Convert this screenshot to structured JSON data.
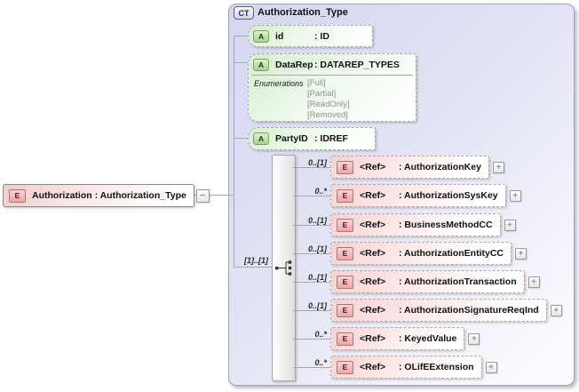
{
  "colors": {
    "container_fill": "#d6d7f0",
    "attribute_fill": "#d5edcd",
    "attribute_border": "#76a265",
    "element_fill": "#f6d2d2",
    "element_border": "#b87272",
    "connector_line": "#a8a8a8"
  },
  "root_element": {
    "badge": "E",
    "label": "Authorization : Authorization_Type",
    "collapse_glyph": "−"
  },
  "complex_type": {
    "badge": "CT",
    "title": "Authorization_Type",
    "attributes": [
      {
        "badge": "A",
        "name": "id",
        "type": ": ID"
      },
      {
        "badge": "A",
        "name": "DataRep",
        "type": ": DATAREP_TYPES",
        "enumerations_label": "Enumerations",
        "enumerations": [
          "[Full]",
          "[Partial]",
          "[ReadOnly]",
          "[Removed]"
        ]
      },
      {
        "badge": "A",
        "name": "PartyID",
        "type": ": IDREF"
      }
    ],
    "sequence_multiplicity": "[1]..[1]",
    "expand_glyph": "+",
    "elements": [
      {
        "badge": "E",
        "ref": "<Ref>",
        "type": ": AuthorizationKey",
        "multiplicity": "0..[1]"
      },
      {
        "badge": "E",
        "ref": "<Ref>",
        "type": ": AuthorizationSysKey",
        "multiplicity": "0..*"
      },
      {
        "badge": "E",
        "ref": "<Ref>",
        "type": ": BusinessMethodCC",
        "multiplicity": "0..[1]"
      },
      {
        "badge": "E",
        "ref": "<Ref>",
        "type": ": AuthorizationEntityCC",
        "multiplicity": "0..[1]"
      },
      {
        "badge": "E",
        "ref": "<Ref>",
        "type": ": AuthorizationTransaction",
        "multiplicity": "0..[1]"
      },
      {
        "badge": "E",
        "ref": "<Ref>",
        "type": ": AuthorizationSignatureReqInd",
        "multiplicity": "0..[1]"
      },
      {
        "badge": "E",
        "ref": "<Ref>",
        "type": ": KeyedValue",
        "multiplicity": "0..*"
      },
      {
        "badge": "E",
        "ref": "<Ref>",
        "type": ": OLifEExtension",
        "multiplicity": "0..*"
      }
    ]
  }
}
